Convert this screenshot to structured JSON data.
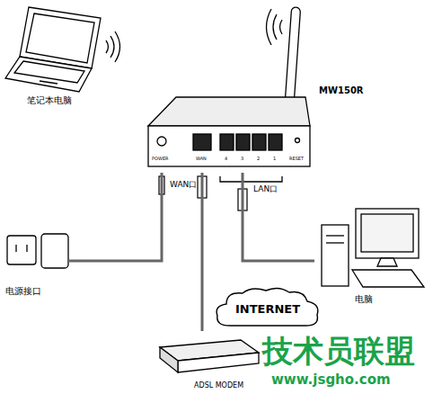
{
  "diagram": {
    "nodes": [
      {
        "text": [
          "笔记本电脑"
        ]
      },
      {
        "text": [
          "MW150R"
        ]
      },
      {
        "text": [
          "电源接口"
        ]
      },
      {
        "text": [
          "电脑"
        ]
      },
      {
        "text": [
          "INTERNET"
        ]
      },
      {
        "text": [
          "ADSL MODEM"
        ]
      }
    ],
    "edges": [
      {
        "from": 2,
        "to": 1,
        "arrow": "none"
      },
      {
        "from": 5,
        "to": 1,
        "arrow": "none"
      },
      {
        "from": 1,
        "to": 3,
        "arrow": "none"
      }
    ],
    "labels": [
      "WAN口",
      "LAN口",
      "POWER",
      "WAN",
      "4",
      "3",
      "2",
      "1",
      "RESET",
      "技术员联盟",
      "www.jsgho.com"
    ]
  }
}
